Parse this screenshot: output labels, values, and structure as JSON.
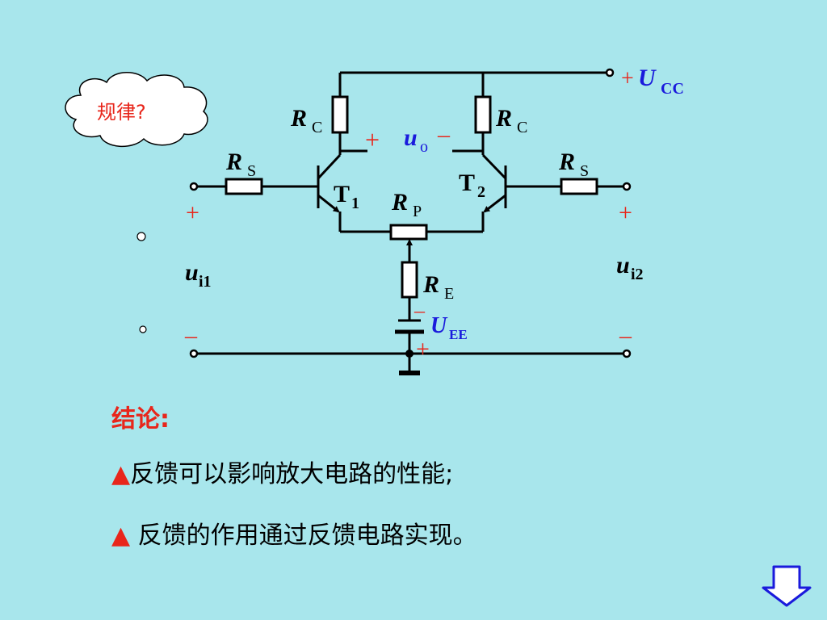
{
  "bubble": {
    "text": "规律?"
  },
  "circuit": {
    "supply_sign": "+",
    "supply_label": "U",
    "supply_sub": "CC",
    "rc_label": "R",
    "rc_sub": "C",
    "rs_label": "R",
    "rs_sub": "S",
    "t1_label": "T",
    "t1_sub": "1",
    "t2_label": "T",
    "t2_sub": "2",
    "rp_label": "R",
    "rp_sub": "P",
    "re_label": "R",
    "re_sub": "E",
    "uee_label": "U",
    "uee_sub": "EE",
    "uo_label": "u",
    "uo_sub": "o",
    "ui1_label": "u",
    "ui1_sub": "i1",
    "ui2_label": "u",
    "ui2_sub": "i2",
    "plus": "+",
    "minus": "–"
  },
  "conclusion": {
    "title": "结论:",
    "bullet": "▲",
    "line1": "反馈可以影响放大电路的性能;",
    "line2": " 反馈的作用通过反馈电路实现。"
  },
  "nav": {
    "down_arrow": "down-arrow-icon"
  }
}
